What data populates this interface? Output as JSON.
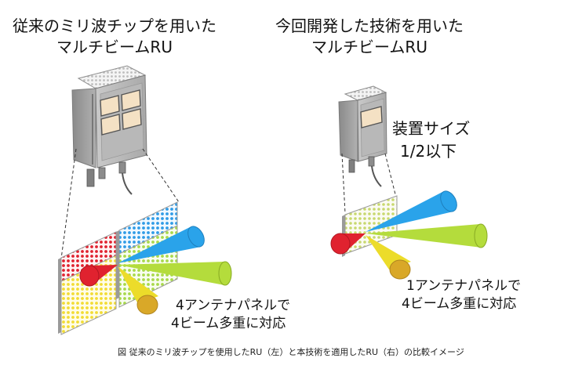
{
  "left": {
    "title_line1": "従来のミリ波チップを用いた",
    "title_line2": "マルチビームRU",
    "feature_line1": "4アンテナパネルで",
    "feature_line2": "4ビーム多重に対応"
  },
  "right": {
    "title_line1": "今回開発した技術を用いた",
    "title_line2": "マルチビームRU",
    "size_line1": "装置サイズ",
    "size_line2": "1/2以下",
    "feature_line1": "1アンテナパネルで",
    "feature_line2": "4ビーム多重に対応"
  },
  "caption": "図 従来のミリ波チップを使用したRU（左）と本技術を適用したRU（右）の比較イメージ",
  "colors": {
    "panel_red": "#e0222f",
    "panel_blue": "#2f9be6",
    "panel_green": "#a8d94a",
    "panel_yellow": "#f2dc33",
    "beam_red": "#e0222f",
    "beam_blue": "#2aa3ea",
    "beam_green": "#b4dc3c",
    "beam_yellow": "#ecdc2a",
    "beam_tip": "#d9a828"
  }
}
